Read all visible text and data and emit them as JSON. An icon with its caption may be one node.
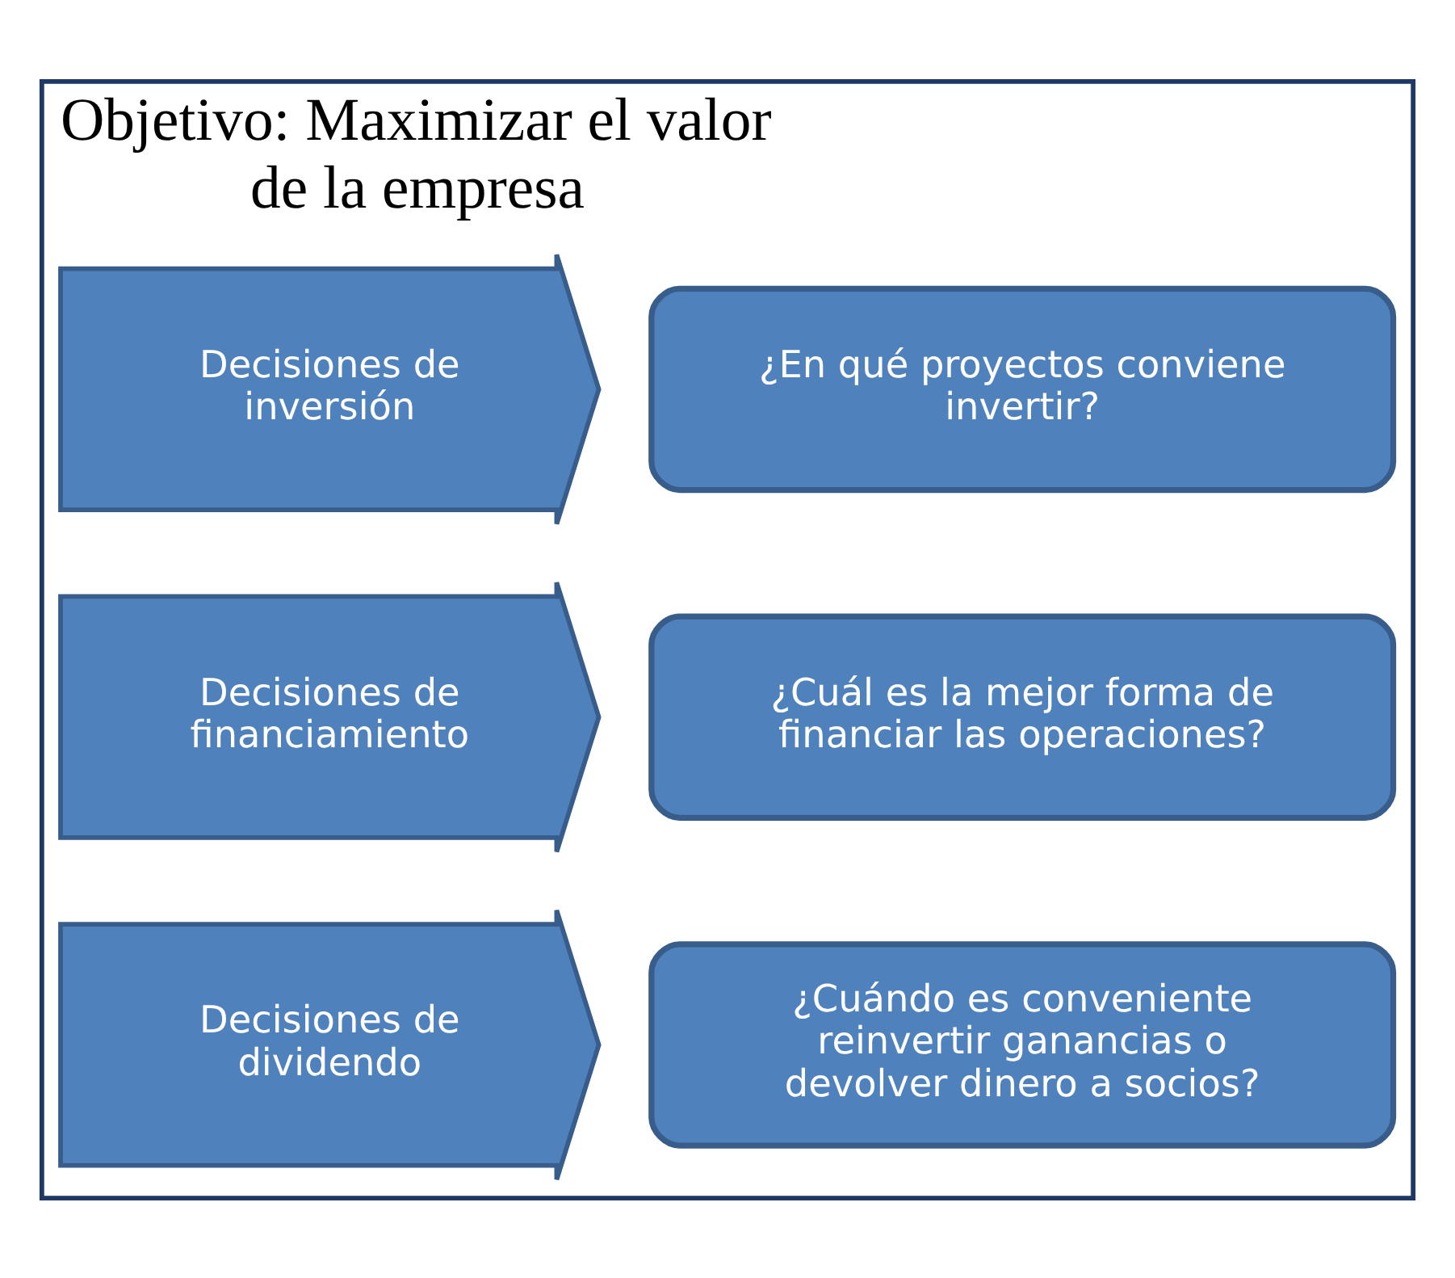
{
  "diagram": {
    "nodes": [
      {
        "text": [
          "Objetivo: Maximizar el valor de la empresa"
        ]
      },
      {
        "text": [
          "Decisiones de inversión"
        ],
        "in": 0
      },
      {
        "text": [
          "¿En qué proyectos conviene invertir?"
        ],
        "in": 0
      },
      {
        "text": [
          "Decisiones de financiamiento"
        ],
        "in": 0
      },
      {
        "text": [
          "¿Cuál es la mejor forma de financiar las operaciones?"
        ],
        "in": 0
      },
      {
        "text": [
          "Decisiones de dividendo"
        ],
        "in": 0
      },
      {
        "text": [
          "¿Cuándo es conveniente reinvertir ganancias o devolver dinero a socios?"
        ],
        "in": 0
      }
    ]
  }
}
